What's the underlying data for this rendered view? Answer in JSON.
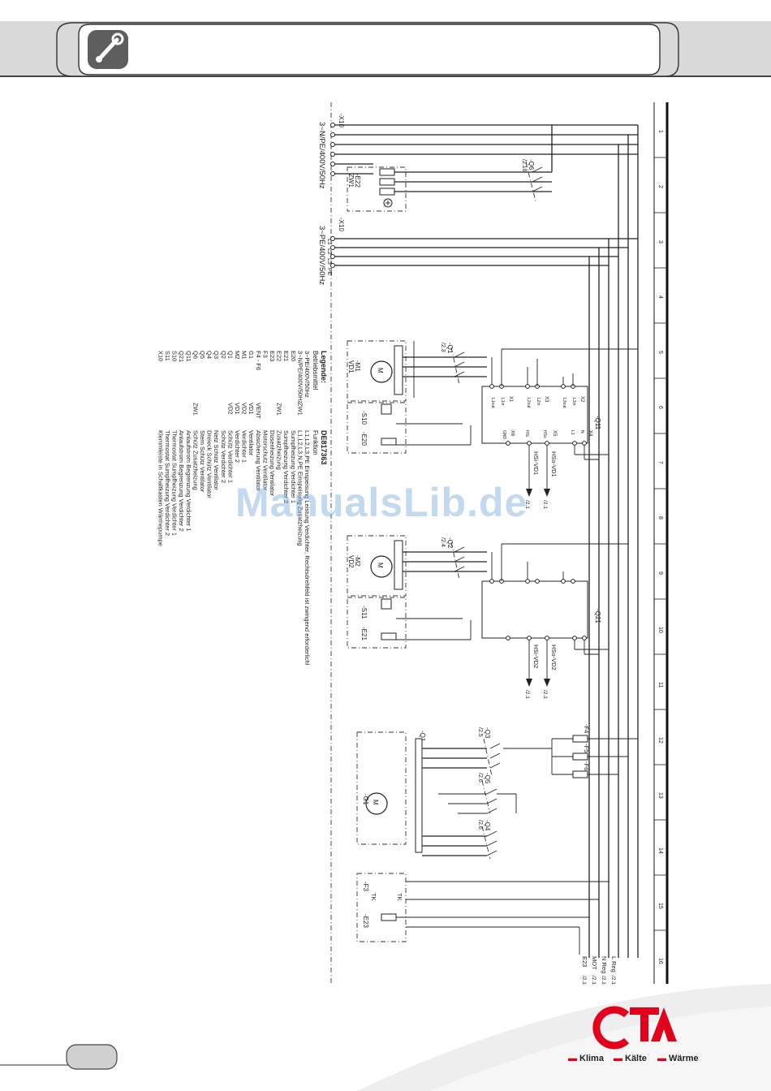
{
  "header": {
    "icon": "wrench-icon"
  },
  "supply": {
    "x10_top": "-X10",
    "x10_bottom": "-X10",
    "label_top": "3~N/PE/400V/50Hz",
    "label_bottom": "3~PE/400V/50Hz",
    "zw1": "ZW1",
    "e22": "-E22",
    "terminals": [
      "L1",
      "L2",
      "L3",
      "PE"
    ],
    "q6": "-Q6",
    "q6_ref": "/2.16"
  },
  "legend": {
    "title": "Legende:",
    "code": "DE817363",
    "col_header_1": "Betriebsmittel",
    "col_header_2": "Funktion",
    "rows": [
      [
        "3~PE/400V/50Hz",
        "",
        "L1,L2,L3,PE Einspeisung Leistung Verdichter, Rechtsdrehfeld ist zwingend erforderlich!"
      ],
      [
        "3~N/PE/400V/50Hz",
        "ZW1",
        "L1,L2,L3,N,PE Einspeisung Zusatzheizung"
      ],
      [
        "E20",
        "",
        "Sumpfheizung Verdichter 1"
      ],
      [
        "E21",
        "",
        "Sumpfheizung Verdichter 2"
      ],
      [
        "E22",
        "ZW1",
        "Zusatzheizung"
      ],
      [
        "E23",
        "",
        "Düsenheizung Ventilator"
      ],
      [
        "F3",
        "",
        "Motorschutz Ventilator"
      ],
      [
        "F4 - F6",
        "VENT",
        "Absicherung Ventilator"
      ],
      [
        "G1",
        "VD1",
        "Ventilator"
      ],
      [
        "M1",
        "VD2",
        "Verdichter 1"
      ],
      [
        "M2",
        "VD1",
        "Verdichter 2"
      ],
      [
        "Q1",
        "VD2",
        "Schütz Verdichter 1"
      ],
      [
        "Q2",
        "",
        "Schütz Verdichter 2"
      ],
      [
        "Q3",
        "",
        "Netz Schütz Ventilator"
      ],
      [
        "Q4",
        "",
        "Dreieck Schütz Ventilator"
      ],
      [
        "Q5",
        "",
        "Stern Schütz Ventilator"
      ],
      [
        "Q6",
        "ZW1",
        "Schütz Zusatzheizung"
      ],
      [
        "Q11",
        "",
        "Anlaufstrom Begrenzung Verdichter 1"
      ],
      [
        "Q21",
        "",
        "Anlaufstrom Begrenzung Verdichter 2"
      ],
      [
        "S10",
        "",
        "Thermostat Sumpfheizung Verdichter 1"
      ],
      [
        "S11",
        "",
        "Thermostat Sumpfheizung Verdichter 2"
      ],
      [
        "X10",
        "",
        "Klemmleiste in Schaltkasten Wärmepumpe"
      ]
    ]
  },
  "columns": [
    "1",
    "2",
    "3",
    "4",
    "5",
    "6",
    "7",
    "8",
    "9",
    "10",
    "11",
    "12",
    "13",
    "14",
    "15",
    "16"
  ],
  "vd1": {
    "motor": "-M1",
    "motor_name": "VD1",
    "contactor": "-Q1",
    "contactor_ref": "/2.3",
    "softstart": "-Q11",
    "thermostat": "-S10",
    "heater": "-E20",
    "hsi": "HSi-VD1",
    "hso": "HSo-VD1",
    "sig_ref": "/2.1",
    "x_labels": [
      "X1",
      "X3",
      "X2",
      "X6",
      "X5",
      "X4"
    ],
    "pins_top": [
      "L1out",
      "L2out",
      "L3out",
      "L1in",
      "L2in",
      "L3in"
    ],
    "pins_bottom": [
      "GND",
      "HSi",
      "HSo",
      "L1",
      "N"
    ]
  },
  "vd2": {
    "motor": "-M2",
    "motor_name": "VD2",
    "contactor": "-Q2",
    "contactor_ref": "/2.4",
    "softstart": "-Q21",
    "thermostat": "-S11",
    "heater": "-E21",
    "hsi": "HSi-VD2",
    "hso": "HSo-VD2",
    "sig_ref": "/2.1"
  },
  "vent": {
    "motor": "-G1",
    "terminals": "-Q1",
    "q3": "-Q3",
    "q3_ref": "/2.5",
    "q4": "-Q4",
    "q4_ref": "/2.6",
    "q5": "-Q5",
    "q5_ref": "/2.6",
    "fuses": [
      "-F4",
      "-F5",
      "-F6"
    ],
    "f3": "-F3",
    "tk": "TK",
    "e23": "-E23"
  },
  "outputs": [
    {
      "name": "L Reg",
      "ref": "/2.1"
    },
    {
      "name": "N Reg",
      "ref": "/2.1"
    },
    {
      "name": "MOT",
      "ref": "/2.1"
    },
    {
      "name": "E23",
      "ref": "/2.1"
    }
  ],
  "watermark": "ManualsLib.de",
  "footer": {
    "brand": "CTA",
    "tagline_1": "Klima",
    "tagline_2": "Kälte",
    "tagline_3": "Wärme",
    "brand_color": "#e2001a"
  }
}
